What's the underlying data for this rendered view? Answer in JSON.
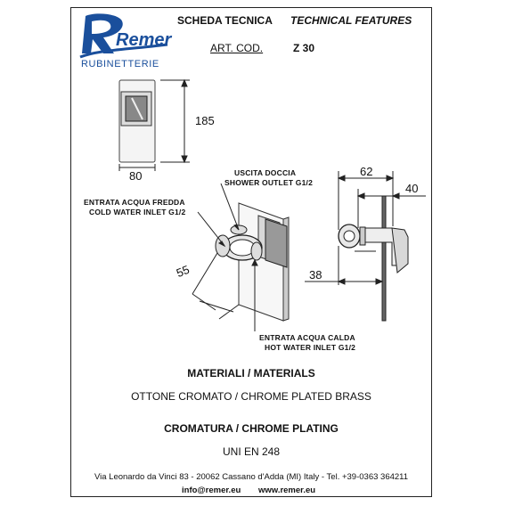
{
  "header": {
    "brand": "Remer",
    "brand_sub": "RUBINETTERIE",
    "title_it": "SCHEDA TECNICA",
    "title_en": "TECHNICAL FEATURES",
    "art_label": "ART. COD.",
    "art_code": "Z 30"
  },
  "dimensions": {
    "plate_height": "185",
    "plate_width": "80",
    "depth_total": "62",
    "depth_plate": "40",
    "inlet_offset": "38",
    "inlet_angle": "55"
  },
  "labels": {
    "shower_outlet_it": "USCITA DOCCIA",
    "shower_outlet_en": "SHOWER OUTLET G1/2",
    "cold_inlet_it": "ENTRATA ACQUA FREDDA",
    "cold_inlet_en": "COLD WATER INLET G1/2",
    "hot_inlet_it": "ENTRATA ACQUA CALDA",
    "hot_inlet_en": "HOT WATER INLET G1/2"
  },
  "materials": {
    "heading": "MATERIALI / MATERIALS",
    "value": "OTTONE CROMATO / CHROME PLATED BRASS"
  },
  "plating": {
    "heading": "CROMATURA / CHROME PLATING",
    "value": "UNI EN 248"
  },
  "footer": {
    "address": "Via Leonardo da Vinci 83 - 20062 Cassano d'Adda (MI) Italy - Tel. +39-0363 364211",
    "email": "info@remer.eu",
    "website": "www.remer.eu"
  },
  "colors": {
    "brand_blue": "#1a4f9c",
    "line": "#222222"
  }
}
